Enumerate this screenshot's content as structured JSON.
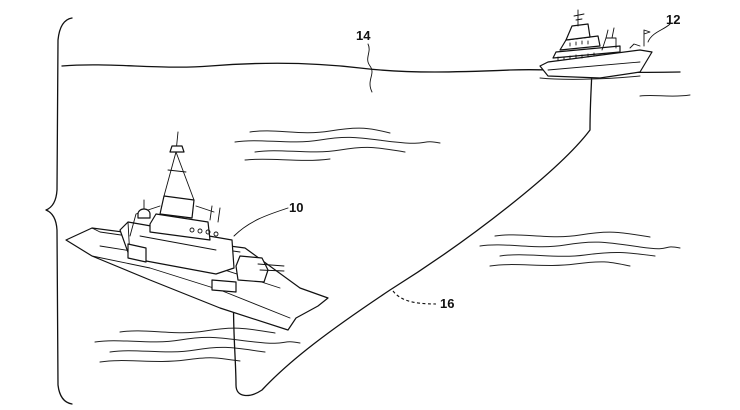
{
  "figure": {
    "labels": {
      "ship_near": "10",
      "ship_far": "12",
      "sea_surface": "14",
      "cable": "16"
    }
  }
}
